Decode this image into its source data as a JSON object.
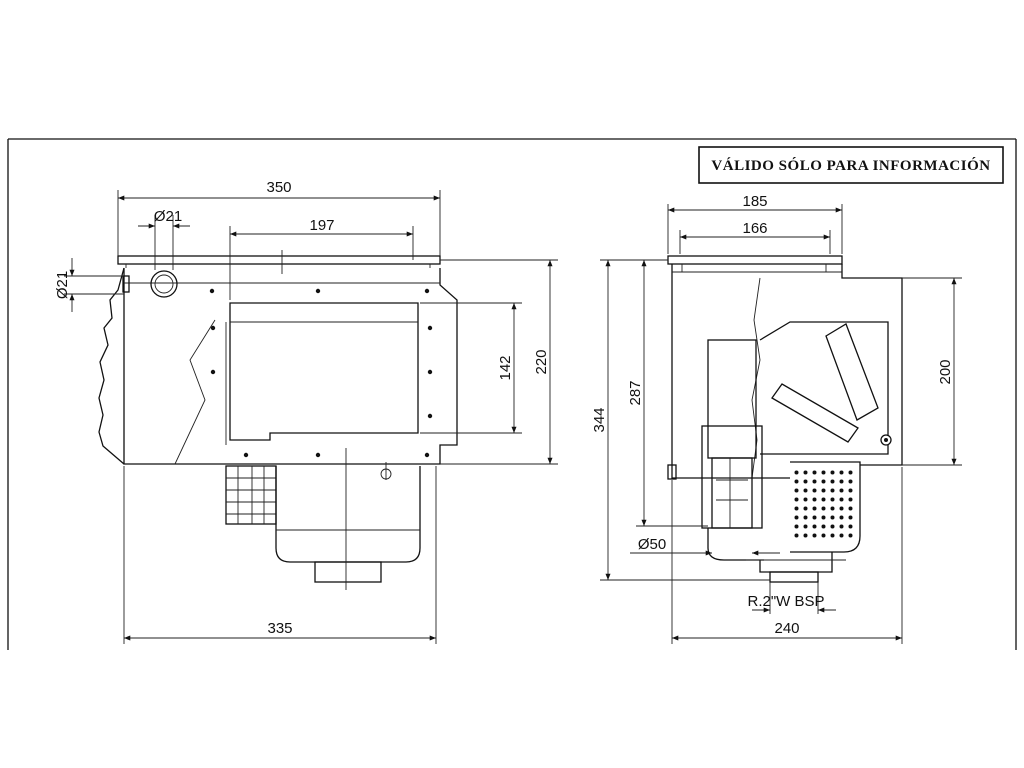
{
  "stamp": {
    "text": "VÁLIDO SÓLO PARA INFORMACIÓN"
  },
  "front_view": {
    "dims": {
      "overall_top_width": "350",
      "inlet_diameter_top": "Ø21",
      "opening_width": "197",
      "inlet_diameter_side": "Ø21",
      "opening_height": "142",
      "body_height": "220",
      "overall_bottom_width": "335"
    }
  },
  "side_view": {
    "dims": {
      "top_width": "185",
      "inner_top_width": "166",
      "overall_height": "344",
      "height_to_outlet": "287",
      "opening_height": "200",
      "outlet_diameter": "Ø50",
      "thread": "R.2\"W BSP",
      "bottom_width": "240"
    }
  }
}
